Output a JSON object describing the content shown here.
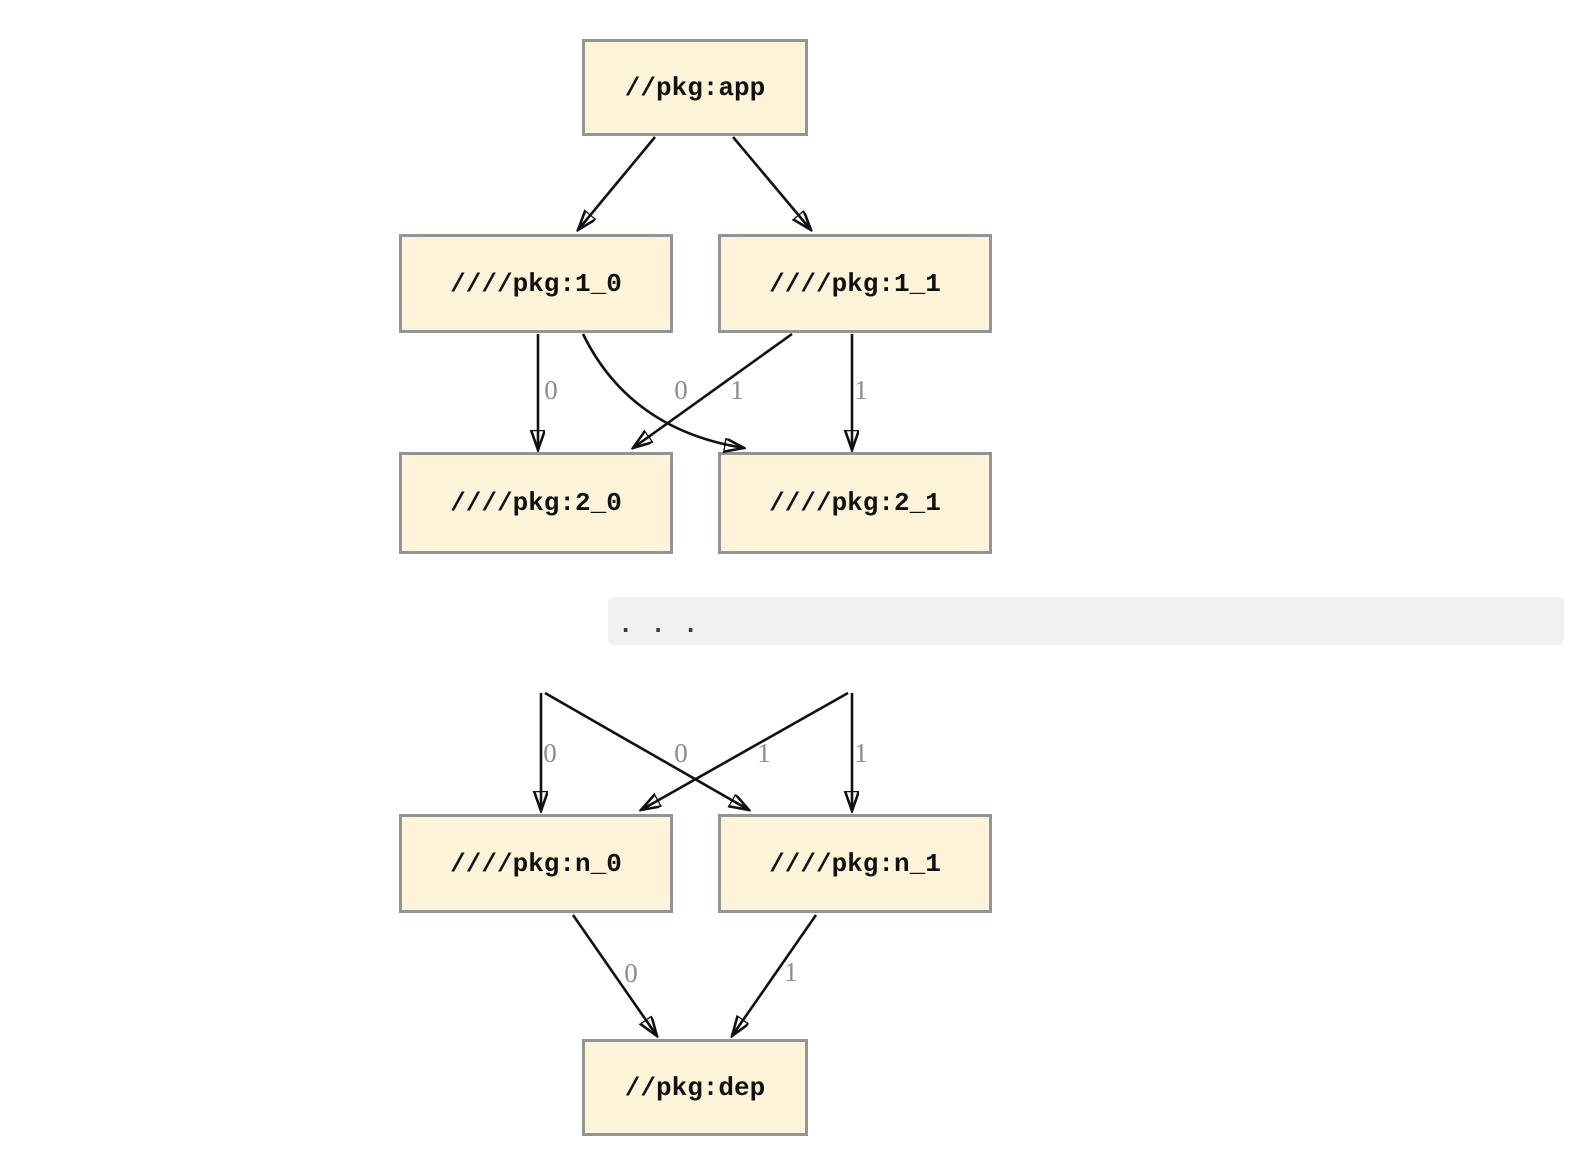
{
  "diagram": {
    "nodes": {
      "app": {
        "label": "//pkg:app"
      },
      "l1_0": {
        "label": "////pkg:1_0"
      },
      "l1_1": {
        "label": "////pkg:1_1"
      },
      "l2_0": {
        "label": "////pkg:2_0"
      },
      "l2_1": {
        "label": "////pkg:2_1"
      },
      "n_0": {
        "label": "////pkg:n_0"
      },
      "n_1": {
        "label": "////pkg:n_1"
      },
      "dep": {
        "label": "//pkg:dep"
      }
    },
    "edges": {
      "app_to_1_0": {
        "from": "//pkg:app",
        "to": "////pkg:1_0",
        "label": ""
      },
      "app_to_1_1": {
        "from": "//pkg:app",
        "to": "////pkg:1_1",
        "label": ""
      },
      "e1_0_to_2_0": {
        "from": "////pkg:1_0",
        "to": "////pkg:2_0",
        "label": "0"
      },
      "e1_0_to_2_1": {
        "from": "////pkg:1_0",
        "to": "////pkg:2_1",
        "label": "0"
      },
      "e1_1_to_2_0": {
        "from": "////pkg:1_1",
        "to": "////pkg:2_0",
        "label": "1"
      },
      "e1_1_to_2_1": {
        "from": "////pkg:1_1",
        "to": "////pkg:2_1",
        "label": "1"
      },
      "prev0_to_n_0": {
        "from": "…",
        "to": "////pkg:n_0",
        "label": "0"
      },
      "prev0_to_n_1": {
        "from": "…",
        "to": "////pkg:n_1",
        "label": "0"
      },
      "prev1_to_n_0": {
        "from": "…",
        "to": "////pkg:n_0",
        "label": "1"
      },
      "prev1_to_n_1": {
        "from": "…",
        "to": "////pkg:n_1",
        "label": "1"
      },
      "n_0_to_dep": {
        "from": "////pkg:n_0",
        "to": "//pkg:dep",
        "label": "0"
      },
      "n_1_to_dep": {
        "from": "////pkg:n_1",
        "to": "//pkg:dep",
        "label": "1"
      }
    },
    "ellipsis": ". . .",
    "colors": {
      "node_fill": "#fcf3d8",
      "node_border": "#8f9696",
      "edge": "#111111",
      "edge_label": "#8b8b8b",
      "ellipsis_band": "#f0f0f0"
    }
  }
}
